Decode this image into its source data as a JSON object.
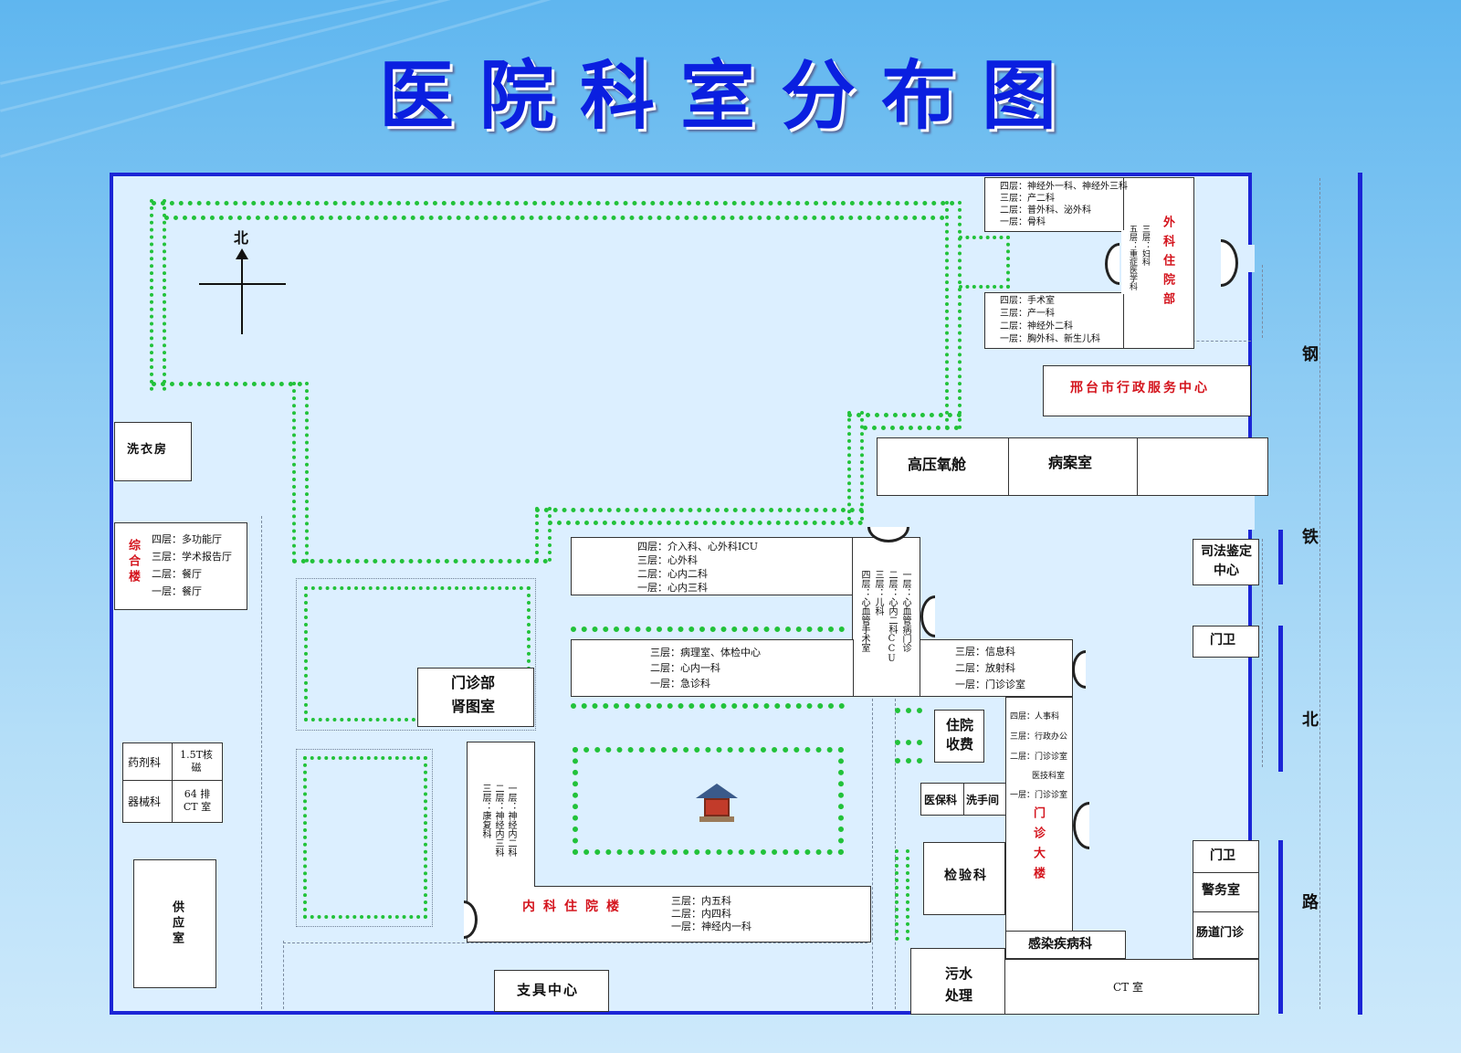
{
  "title": "医院科室分布图",
  "colors": {
    "road_blue": "#1b25d6",
    "label_red": "#d4141d",
    "hedge_green": "#22c23a"
  },
  "compass": {
    "label": "北"
  },
  "road": {
    "chars": [
      "钢",
      "铁",
      "北",
      "路"
    ]
  },
  "surgery_building": {
    "name": "外科住院部",
    "upper_floors": [
      "四层：神经外一科、神经外三科",
      "三层：产二科",
      "二层：普外科、泌外科",
      "一层：骨科"
    ],
    "lower_floors": [
      "四层：手术室",
      "三层：产一科",
      "二层：神经外二科",
      "一层：胸外科、新生儿科"
    ],
    "connector_5f": "五层：重症医学科",
    "connector_3f": "三层：妇科"
  },
  "admin_center": "邢台市行政服务中心",
  "hyperbaric": "高压氧舱",
  "records": "病案室",
  "laundry": "洗衣房",
  "complex_building": {
    "name": "综合楼",
    "floors": [
      "四层：多功能厅",
      "三层：学术报告厅",
      "二层：餐厅",
      "一层：餐厅"
    ]
  },
  "outpatient_renal": {
    "line1": "门诊部",
    "line2": "肾图室"
  },
  "pharmacy": "药剂科",
  "mri": "1.5T核磁",
  "equipment": "器械科",
  "ct64": "64 排 CT 室",
  "supply_room": "供应室",
  "cardio_building": {
    "floors": [
      "四层：介入科、心外科ICU",
      "三层：心外科",
      "二层：心内二科",
      "一层：心内三科"
    ]
  },
  "pathology_building": {
    "floors": [
      "三层：病理室、体检中心",
      "二层：心内一科",
      "一层：急诊科"
    ]
  },
  "connector_left": "四层：心血管手术室",
  "connector_mid": "三层：儿科",
  "connector_mid2": "二层：心内二科CCU",
  "connector_right": "一层：心血管病门诊",
  "info_building": {
    "floors": [
      "三层：信息科",
      "二层：放射科",
      "一层：门诊诊室"
    ]
  },
  "inpatient_billing": "住院收费",
  "outpatient_building": {
    "name": "门诊大楼",
    "floors": [
      "四层：人事科",
      "三层：行政办公",
      "二层：门诊诊室",
      "医技科室",
      "一层：门诊诊室"
    ]
  },
  "medical_insurance": "医保科",
  "washroom": "洗手间",
  "lab": "检验科",
  "infectious": "感染疾病科",
  "sewage": "污水处理",
  "ct_room": "CT 室",
  "forensic": "司法鉴定中心",
  "guard1": "门卫",
  "guard2": "门卫",
  "police": "警务室",
  "intestinal": "肠道门诊",
  "brace_center": "支具中心",
  "internal_building": {
    "name": "内科住院楼",
    "left_col1": "一层：神经内二科",
    "left_col2": "二层：神经内三科",
    "left_col3": "三层：康复科",
    "floors": [
      "三层：内五科",
      "二层：内四科",
      "一层：神经内一科"
    ]
  }
}
